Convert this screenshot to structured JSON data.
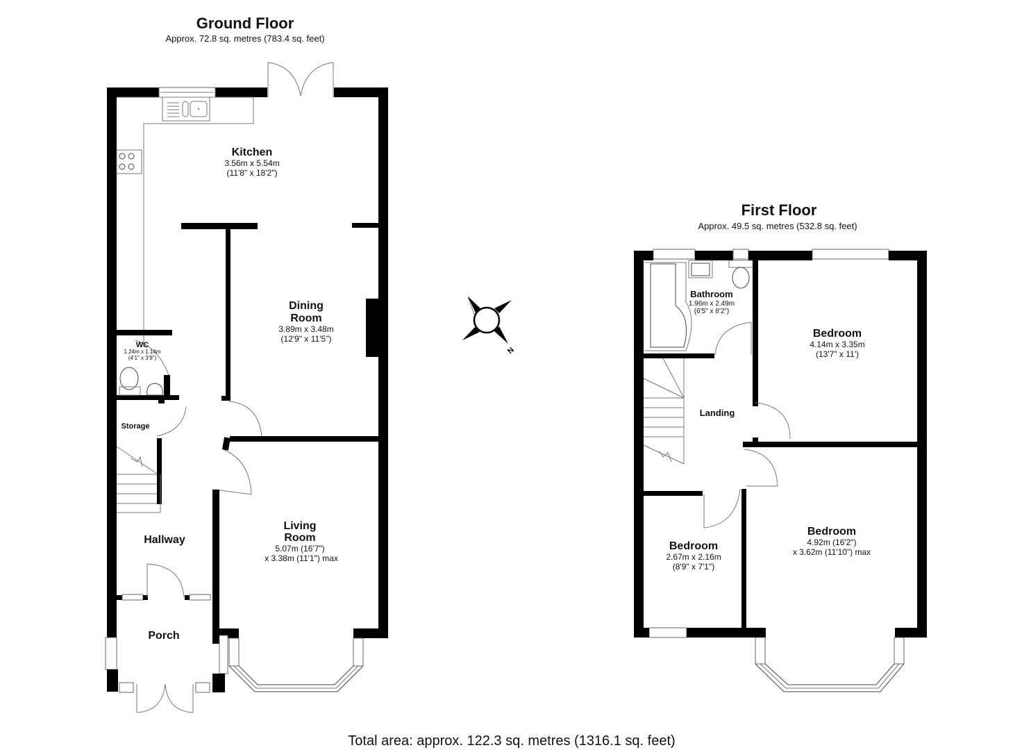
{
  "ground_floor": {
    "title": "Ground Floor",
    "area": "Approx. 72.8 sq. metres (783.4 sq. feet)",
    "rooms": {
      "kitchen": {
        "name": "Kitchen",
        "dim1": "3.56m x 5.54m",
        "dim2": "(11'8\" x 18'2\")"
      },
      "dining": {
        "name1": "Dining",
        "name2": "Room",
        "dim1": "3.89m x 3.48m",
        "dim2": "(12'9\" x 11'5\")"
      },
      "wc": {
        "name": "WC",
        "dim1": "1.24m x 1.14m",
        "dim2": "(4'1\" x 3'9\")"
      },
      "storage": {
        "name": "Storage"
      },
      "hallway": {
        "name": "Hallway"
      },
      "porch": {
        "name": "Porch"
      },
      "living": {
        "name1": "Living",
        "name2": "Room",
        "dim1": "5.07m (16'7\")",
        "dim2": "x 3.38m (11'1\") max"
      }
    }
  },
  "first_floor": {
    "title": "First Floor",
    "area": "Approx. 49.5 sq. metres (532.8 sq. feet)",
    "rooms": {
      "bathroom": {
        "name": "Bathroom",
        "dim1": "1.96m x 2.49m",
        "dim2": "(6'5\" x 8'2\")"
      },
      "bedroom_rear": {
        "name": "Bedroom",
        "dim1": "4.14m x 3.35m",
        "dim2": "(13'7\" x 11')"
      },
      "landing": {
        "name": "Landing"
      },
      "bedroom_small": {
        "name": "Bedroom",
        "dim1": "2.67m x 2.16m",
        "dim2": "(8'9\" x 7'1\")"
      },
      "bedroom_front": {
        "name": "Bedroom",
        "dim1": "4.92m (16'2\")",
        "dim2": "x 3.62m (11'10\") max"
      }
    }
  },
  "compass": {
    "label": "N"
  },
  "total_area": "Total area: approx. 122.3 sq. metres (1316.1 sq. feet)"
}
